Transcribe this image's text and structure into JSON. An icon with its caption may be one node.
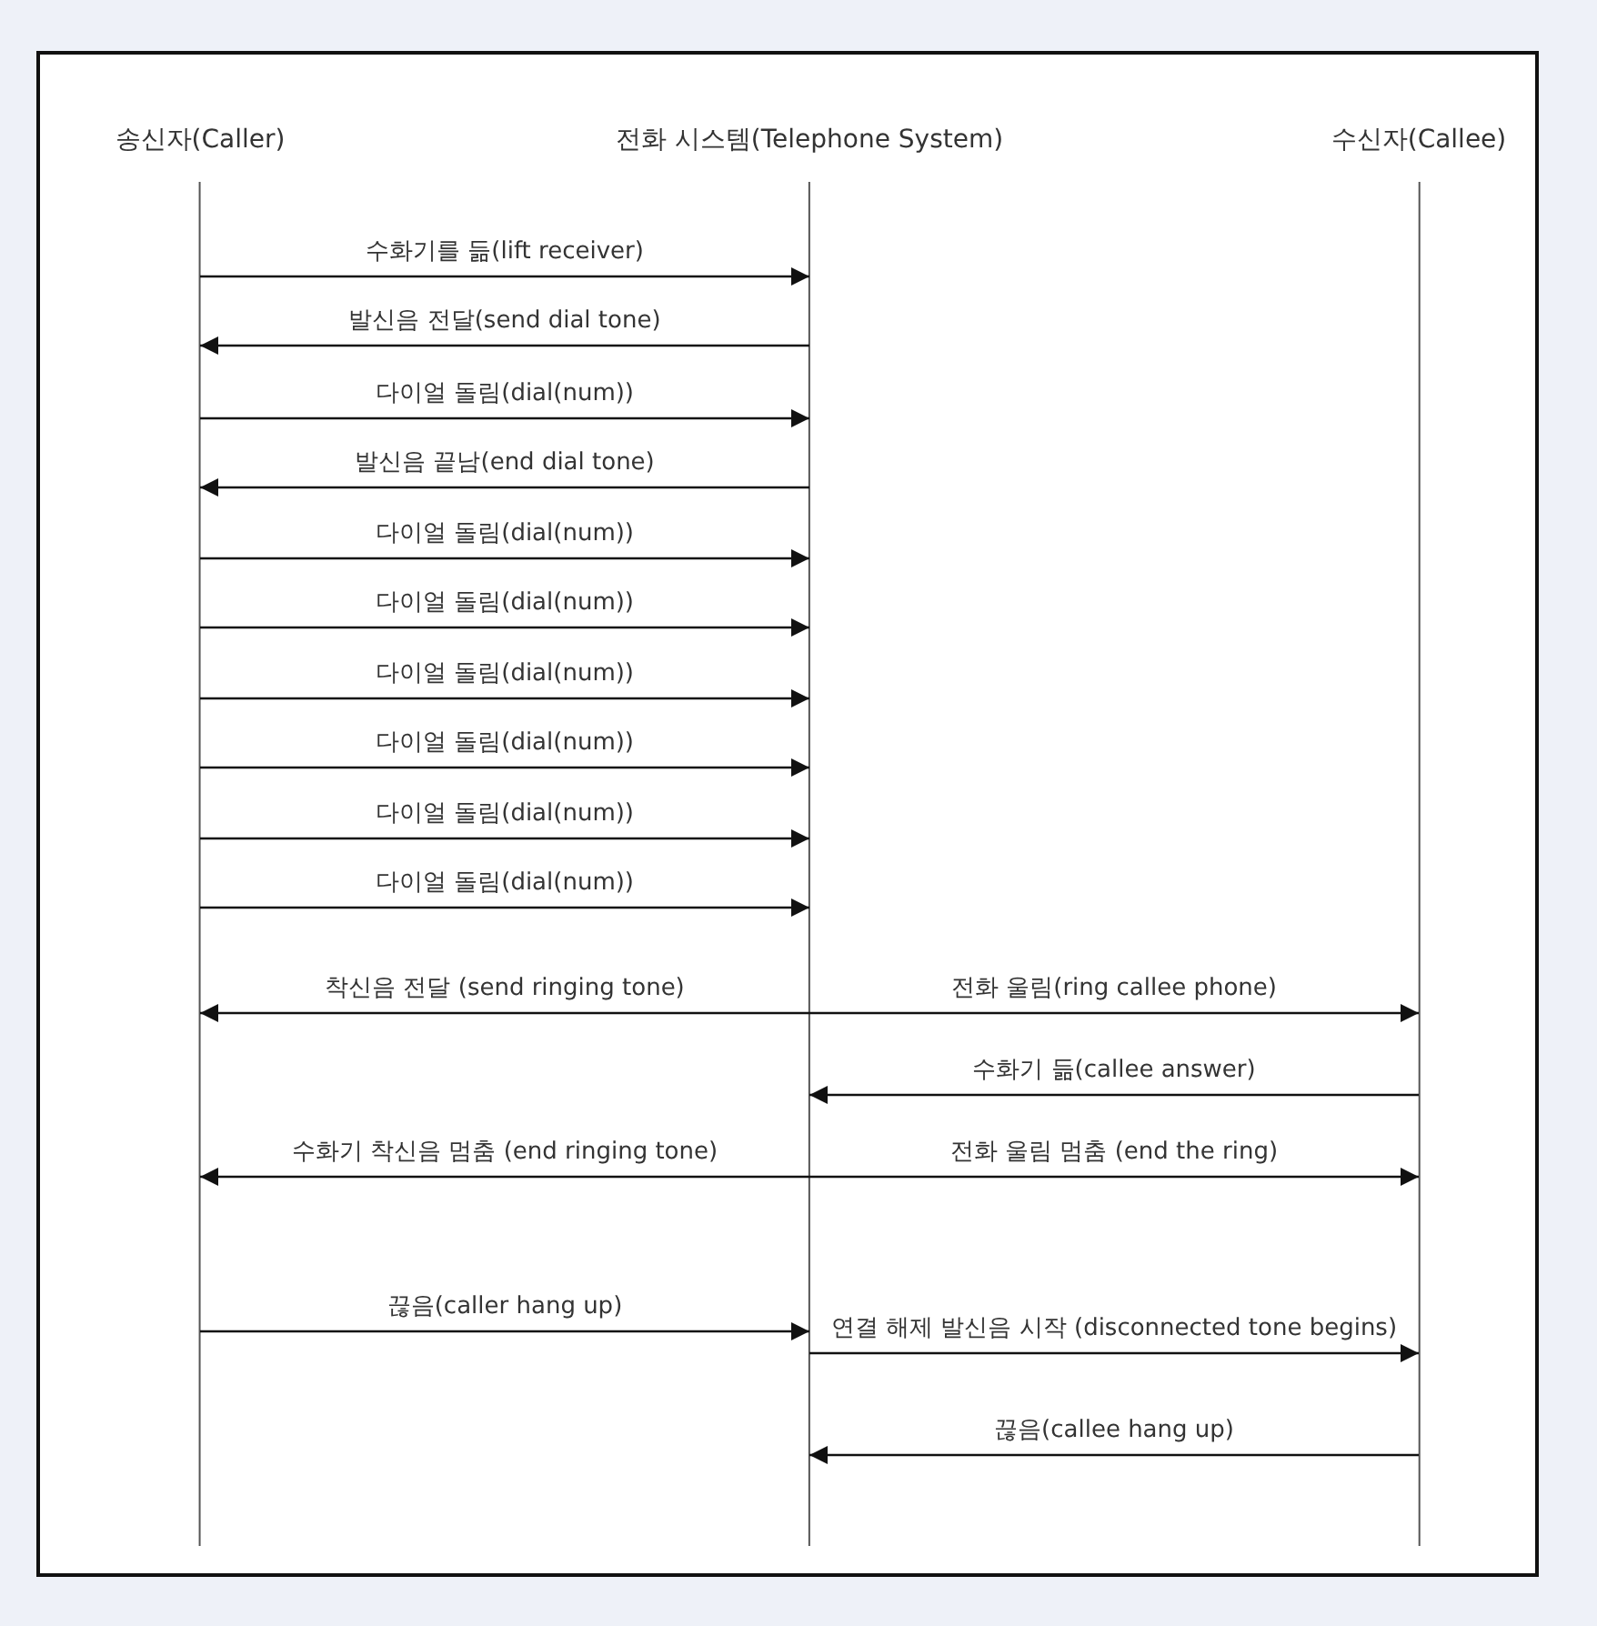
{
  "diagram": {
    "nodes": [
      {
        "text": [
          "송신자(Caller)"
        ]
      },
      {
        "text": [
          "전화 시스템(Telephone System)"
        ]
      },
      {
        "text": [
          "수신자(Callee)"
        ]
      }
    ],
    "edges": [
      {
        "from": 0,
        "to": 1,
        "arrow": "to",
        "label": "수화기를 듦(lift receiver)"
      },
      {
        "from": 1,
        "to": 0,
        "arrow": "to",
        "label": "발신음 전달(send dial tone)"
      },
      {
        "from": 0,
        "to": 1,
        "arrow": "to",
        "label": "다이얼 돌림(dial(num))"
      },
      {
        "from": 1,
        "to": 0,
        "arrow": "to",
        "label": "발신음 끝남(end dial tone)"
      },
      {
        "from": 0,
        "to": 1,
        "arrow": "to",
        "label": "다이얼 돌림(dial(num))"
      },
      {
        "from": 0,
        "to": 1,
        "arrow": "to",
        "label": "다이얼 돌림(dial(num))"
      },
      {
        "from": 0,
        "to": 1,
        "arrow": "to",
        "label": "다이얼 돌림(dial(num))"
      },
      {
        "from": 0,
        "to": 1,
        "arrow": "to",
        "label": "다이얼 돌림(dial(num))"
      },
      {
        "from": 0,
        "to": 1,
        "arrow": "to",
        "label": "다이얼 돌림(dial(num))"
      },
      {
        "from": 0,
        "to": 1,
        "arrow": "to",
        "label": "다이얼 돌림(dial(num))"
      },
      {
        "from": 1,
        "to": 0,
        "arrow": "to",
        "label": "착신음 전달 (send ringing tone)"
      },
      {
        "from": 1,
        "to": 2,
        "arrow": "to",
        "label": "전화 울림(ring callee phone)"
      },
      {
        "from": 2,
        "to": 1,
        "arrow": "to",
        "label": "수화기 듦(callee answer)"
      },
      {
        "from": 1,
        "to": 0,
        "arrow": "to",
        "label": "수화기 착신음 멈춤 (end ringing tone)"
      },
      {
        "from": 1,
        "to": 2,
        "arrow": "to",
        "label": "전화 울림 멈춤 (end the ring)"
      },
      {
        "from": 0,
        "to": 1,
        "arrow": "to",
        "label": "끊음(caller hang up)"
      },
      {
        "from": 1,
        "to": 2,
        "arrow": "to",
        "label": "연결 해제 발신음 시작 (disconnected tone begins)"
      },
      {
        "from": 2,
        "to": 1,
        "arrow": "to",
        "label": "끊음(callee hang up)"
      }
    ]
  }
}
